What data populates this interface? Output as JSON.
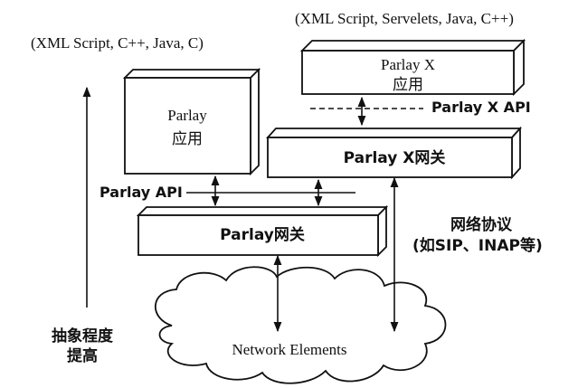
{
  "languages_left": "(XML Script, C++, Java, C)",
  "languages_right": "(XML Script, Servelets, Java, C++)",
  "parlay_app": {
    "line1": "Parlay",
    "line2": "应用"
  },
  "parlayx_app": {
    "line1": "Parlay X",
    "line2": "应用"
  },
  "parlayx_api": "Parlay X API",
  "parlayx_gateway": "Parlay X网关",
  "parlay_api": "Parlay API",
  "parlay_gateway": "Parlay网关",
  "network_protocols": {
    "line1": "网络协议",
    "line2": "(如SIP、INAP等)"
  },
  "abstraction": {
    "line1": "抽象程度",
    "line2": "提高"
  },
  "network_elements": "Network Elements"
}
